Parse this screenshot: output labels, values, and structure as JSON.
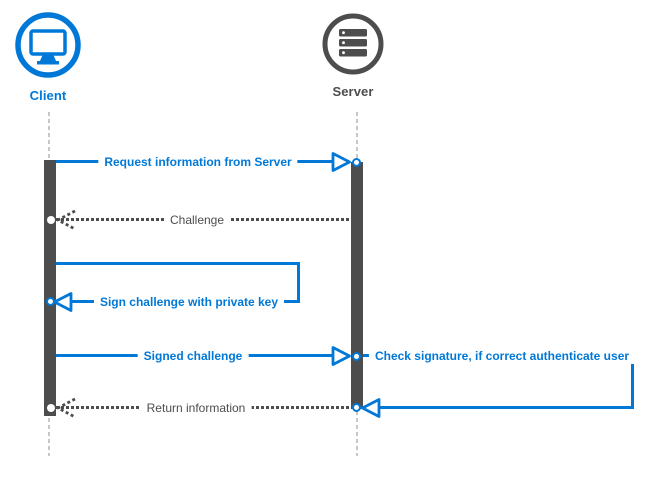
{
  "diagram": {
    "type": "sequence",
    "actors": {
      "client": {
        "name": "Client"
      },
      "server": {
        "name": "Server"
      }
    },
    "messages": {
      "request": {
        "label": "Request information from Server",
        "from": "Client",
        "to": "Server",
        "style": "solid-blue"
      },
      "challenge": {
        "label": "Challenge",
        "from": "Server",
        "to": "Client",
        "style": "dashed-gray"
      },
      "sign": {
        "label": "Sign challenge with private key",
        "from": "Client",
        "to": "Client",
        "style": "solid-blue-self"
      },
      "signed": {
        "label": "Signed challenge",
        "from": "Client",
        "to": "Server",
        "style": "solid-blue"
      },
      "check": {
        "label": "Check signature, if correct authenticate user",
        "from": "Server",
        "to": "Server",
        "style": "solid-blue-self"
      },
      "return": {
        "label": "Return information",
        "from": "Server",
        "to": "Client",
        "style": "dashed-gray"
      }
    },
    "colors": {
      "client_accent": "#0078D7",
      "server_gray": "#4D4D4D",
      "lifeline_gray": "#C8C8C8"
    }
  }
}
